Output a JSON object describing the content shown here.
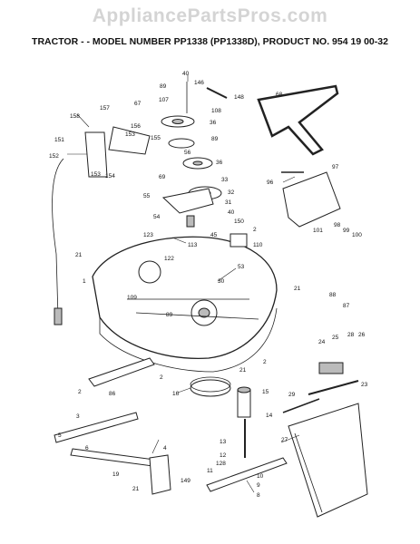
{
  "watermark": "AppliancePartsPros.com",
  "title": "TRACTOR - - MODEL NUMBER PP1338 (PP1338D), PRODUCT NO. 954 19 00-32",
  "callouts": [
    {
      "n": "40"
    },
    {
      "n": "146"
    },
    {
      "n": "89"
    },
    {
      "n": "148"
    },
    {
      "n": "107"
    },
    {
      "n": "108"
    },
    {
      "n": "67"
    },
    {
      "n": "36"
    },
    {
      "n": "157"
    },
    {
      "n": "158"
    },
    {
      "n": "156"
    },
    {
      "n": "89"
    },
    {
      "n": "153"
    },
    {
      "n": "155"
    },
    {
      "n": "151"
    },
    {
      "n": "56"
    },
    {
      "n": "36"
    },
    {
      "n": "152"
    },
    {
      "n": "153"
    },
    {
      "n": "154"
    },
    {
      "n": "33"
    },
    {
      "n": "69"
    },
    {
      "n": "32"
    },
    {
      "n": "55"
    },
    {
      "n": "31"
    },
    {
      "n": "40"
    },
    {
      "n": "54"
    },
    {
      "n": "150"
    },
    {
      "n": "45"
    },
    {
      "n": "2"
    },
    {
      "n": "123"
    },
    {
      "n": "110"
    },
    {
      "n": "113"
    },
    {
      "n": "21"
    },
    {
      "n": "53"
    },
    {
      "n": "122"
    },
    {
      "n": "1"
    },
    {
      "n": "30"
    },
    {
      "n": "109"
    },
    {
      "n": "89"
    },
    {
      "n": "68"
    },
    {
      "n": "97"
    },
    {
      "n": "96"
    },
    {
      "n": "101"
    },
    {
      "n": "98"
    },
    {
      "n": "99"
    },
    {
      "n": "100"
    },
    {
      "n": "21"
    },
    {
      "n": "88"
    },
    {
      "n": "87"
    },
    {
      "n": "28"
    },
    {
      "n": "26"
    },
    {
      "n": "24"
    },
    {
      "n": "25"
    },
    {
      "n": "21"
    },
    {
      "n": "2"
    },
    {
      "n": "2"
    },
    {
      "n": "23"
    },
    {
      "n": "86"
    },
    {
      "n": "2"
    },
    {
      "n": "16"
    },
    {
      "n": "15"
    },
    {
      "n": "29"
    },
    {
      "n": "14"
    },
    {
      "n": "3"
    },
    {
      "n": "5"
    },
    {
      "n": "6"
    },
    {
      "n": "4"
    },
    {
      "n": "13"
    },
    {
      "n": "12"
    },
    {
      "n": "128"
    },
    {
      "n": "27"
    },
    {
      "n": "19"
    },
    {
      "n": "21"
    },
    {
      "n": "149"
    },
    {
      "n": "11"
    },
    {
      "n": "10"
    },
    {
      "n": "9"
    },
    {
      "n": "8"
    }
  ]
}
